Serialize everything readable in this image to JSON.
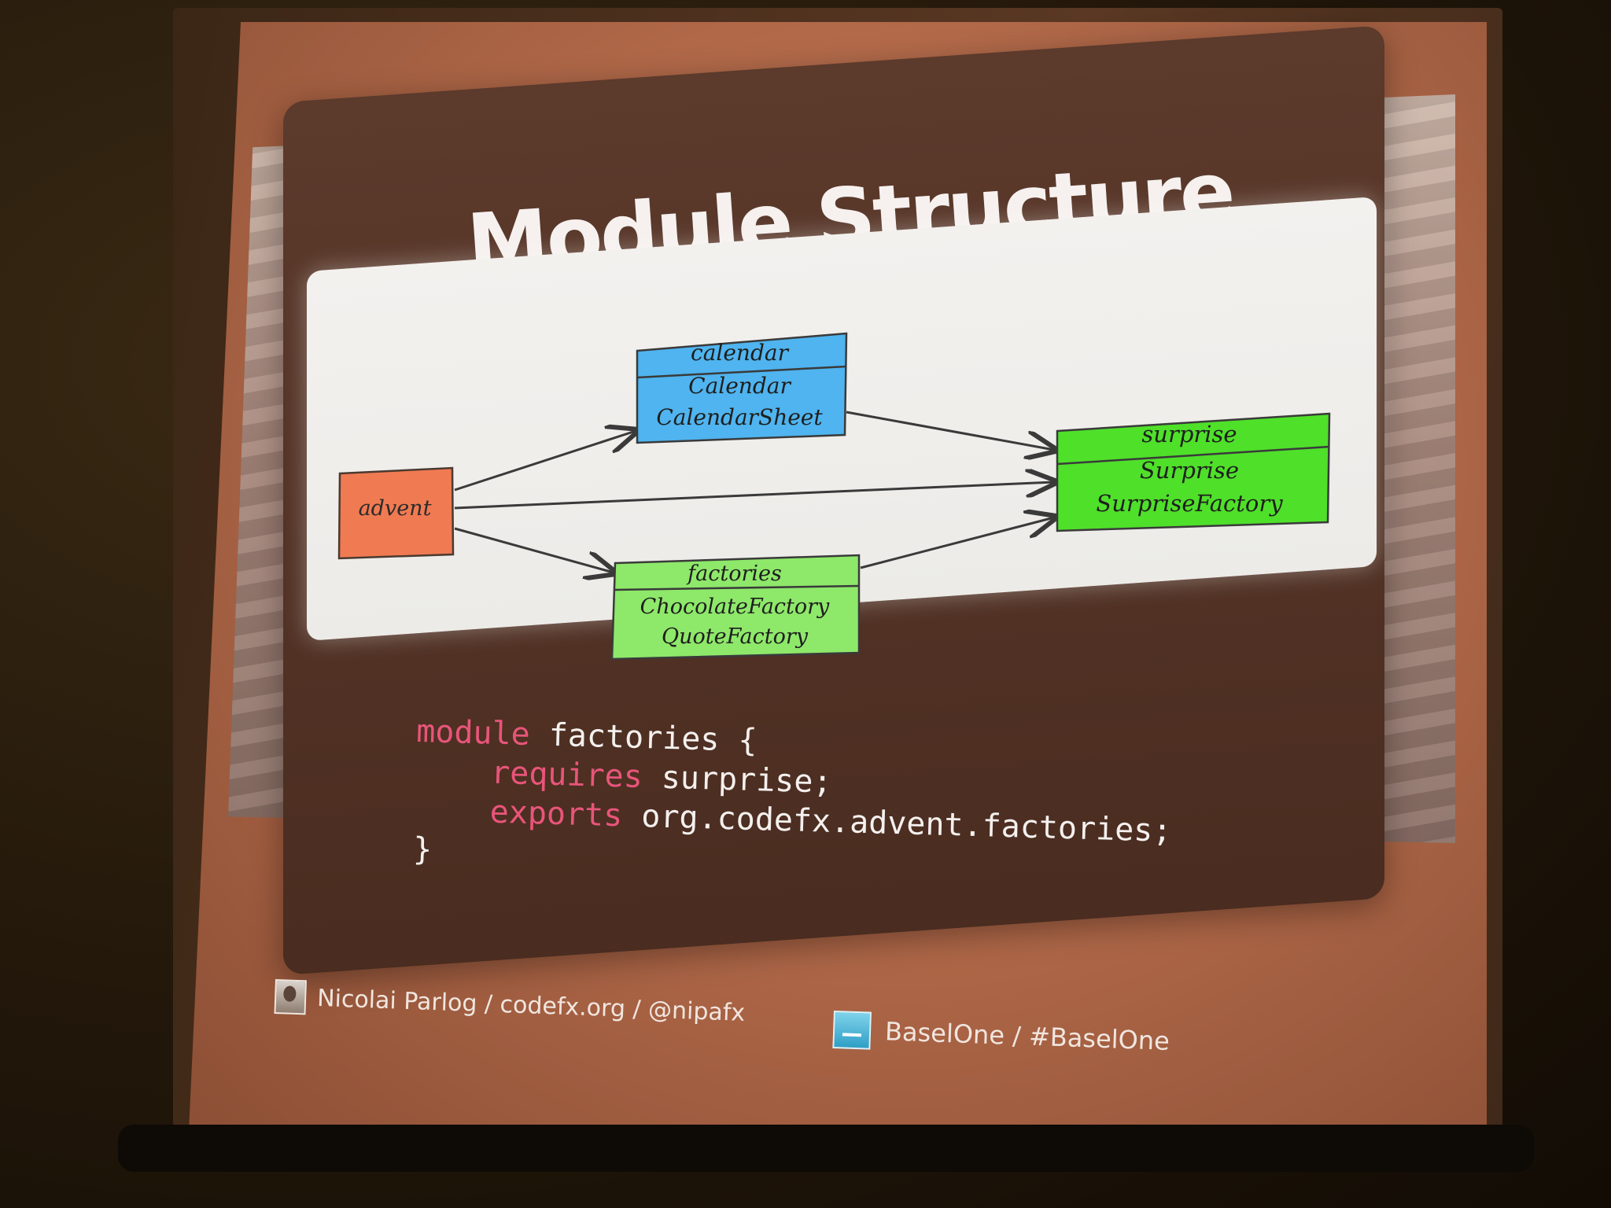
{
  "slide": {
    "title": "Module Structure"
  },
  "diagram": {
    "advent": {
      "name": "advent",
      "color": "#f07a52"
    },
    "calendar": {
      "name": "calendar",
      "items": [
        "Calendar",
        "CalendarSheet"
      ],
      "color": "#4fb4ef"
    },
    "factories": {
      "name": "factories",
      "items": [
        "ChocolateFactory",
        "QuoteFactory"
      ],
      "color": "#8ee86a"
    },
    "surprise": {
      "name": "surprise",
      "items": [
        "Surprise",
        "SurpriseFactory"
      ],
      "color": "#4fe02a"
    }
  },
  "code": {
    "line1_kw": "module",
    "line1_rest": " factories {",
    "line2_kw": "requires",
    "line2_rest": " surprise;",
    "line3_kw": "exports",
    "line3_rest": " org.codefx.advent.factories;",
    "line4": "}"
  },
  "footer": {
    "author": "Nicolai Parlog / codefx.org / @nipafx",
    "conference": "BaselOne / #BaselOne"
  },
  "colors": {
    "keyword": "#e8557a",
    "code_text": "#f4f0ee",
    "slide_bg": "#4a2c20"
  }
}
